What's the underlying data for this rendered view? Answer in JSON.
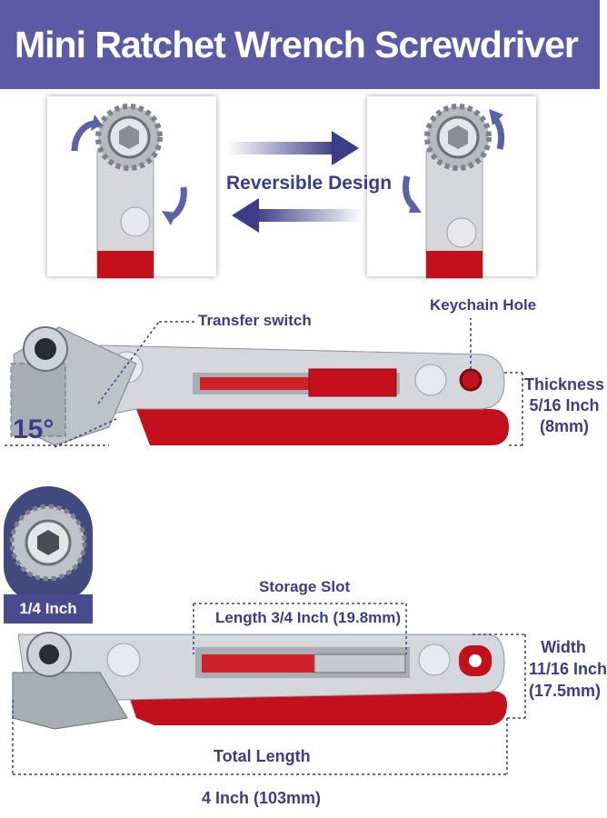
{
  "header": {
    "title": "Mini Ratchet Wrench Screwdriver"
  },
  "reverse": {
    "label": "Reversible Design"
  },
  "callouts": {
    "transfer_switch": "Transfer switch",
    "keychain_hole": "Keychain Hole",
    "thickness": {
      "title": "Thickness",
      "inch": "5/16 Inch",
      "mm": "(8mm)"
    },
    "angle": "15°",
    "hex": "1/4 Inch Hex",
    "storage_slot": {
      "title": "Storage Slot",
      "length": "Length 3/4 Inch (19.8mm)"
    },
    "width": {
      "title": "Width",
      "inch": "11/16 Inch",
      "mm": "(17.5mm)"
    },
    "total_length": {
      "title": "Total Length",
      "value": "4 Inch (103mm)"
    }
  },
  "colors": {
    "brand": "#5b5aa6",
    "text": "#3b3d87",
    "red": "#c4101c",
    "steel": "#c9ccd1"
  }
}
